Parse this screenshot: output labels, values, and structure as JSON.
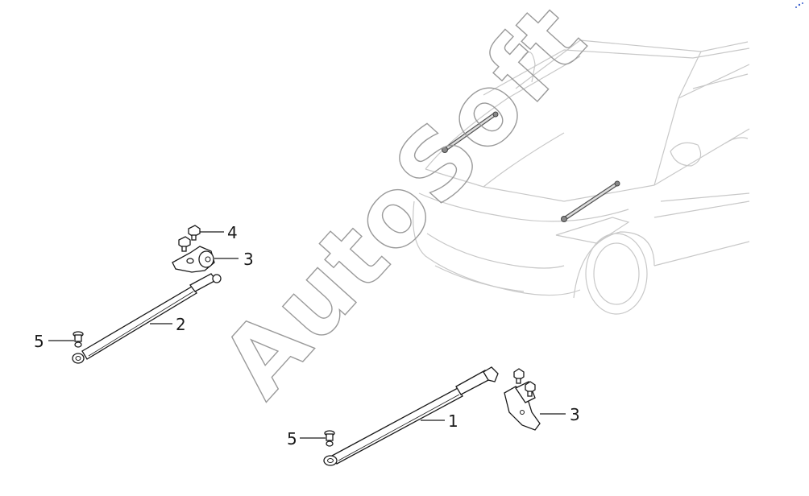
{
  "diagram": {
    "watermark": "AutoSoft",
    "callouts": [
      {
        "id": "c4",
        "label": "4"
      },
      {
        "id": "c3a",
        "label": "3"
      },
      {
        "id": "c2",
        "label": "2"
      },
      {
        "id": "c5a",
        "label": "5"
      },
      {
        "id": "c1",
        "label": "1"
      },
      {
        "id": "c3b",
        "label": "3"
      },
      {
        "id": "c5b",
        "label": "5"
      }
    ]
  }
}
